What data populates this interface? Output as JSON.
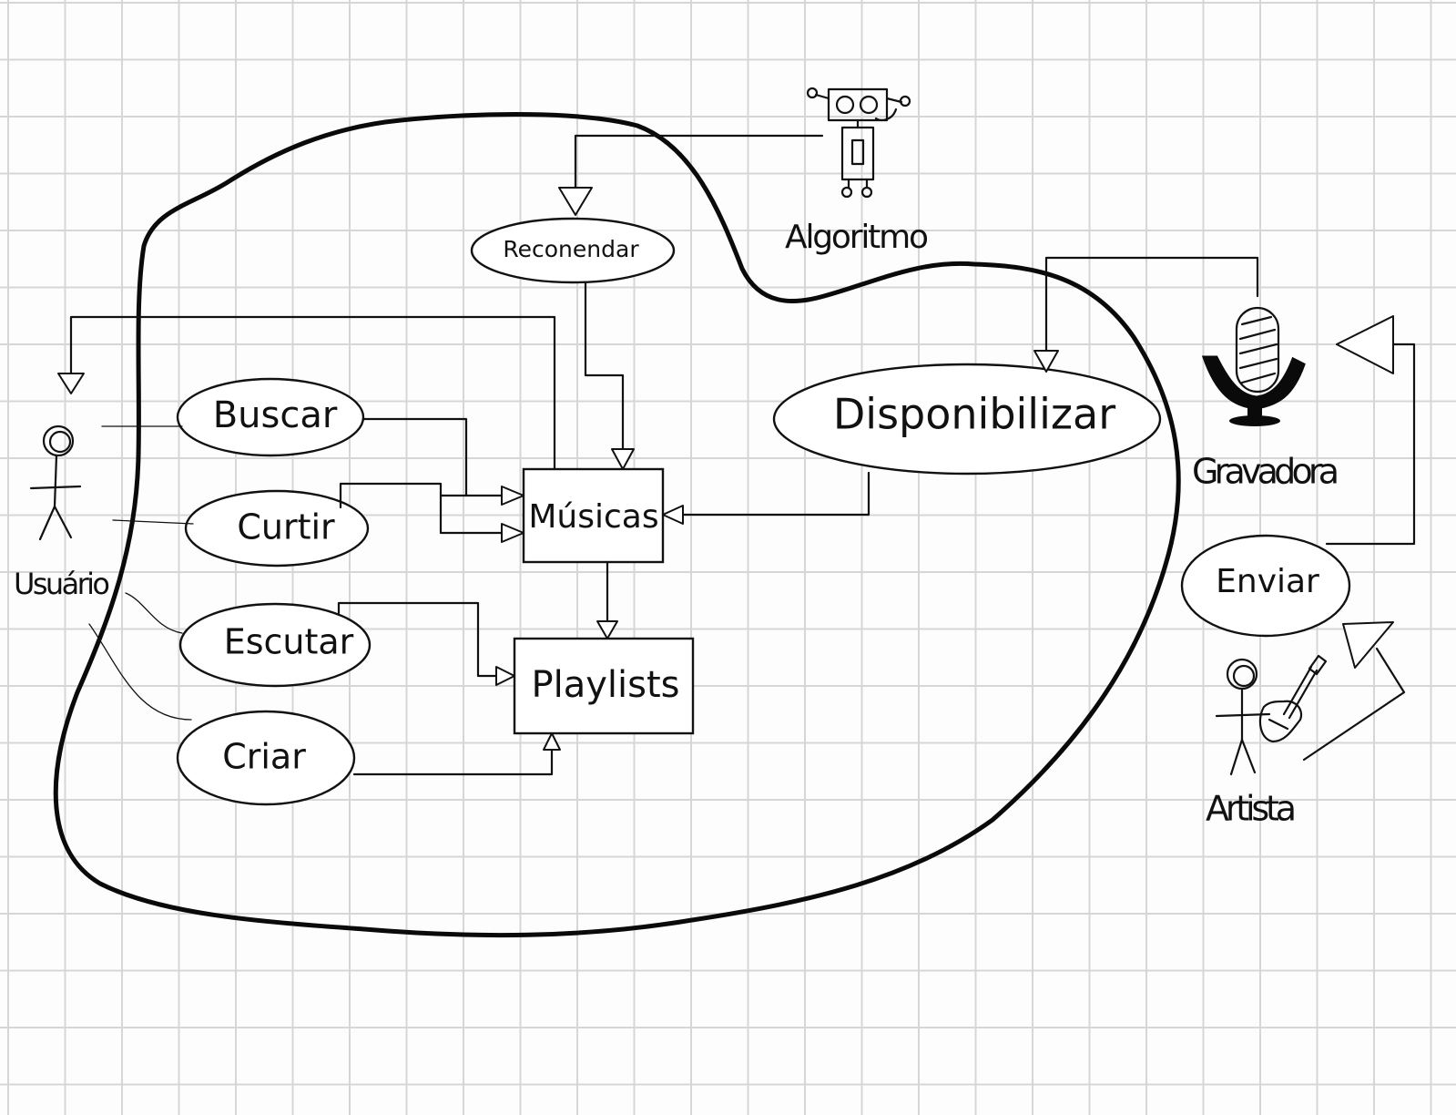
{
  "diagram": {
    "style": "hand-drawn use case diagram on grid paper",
    "actors": {
      "usuario": "Usuário",
      "algoritmo": "Algoritmo",
      "gravadora": "Gravadora",
      "artista": "Artista"
    },
    "use_cases": {
      "buscar": "Buscar",
      "curtir": "Curtir",
      "escutar": "Escutar",
      "criar": "Criar",
      "recomendar": "Reconendar",
      "disponibilizar": "Disponibilizar",
      "enviar": "Enviar"
    },
    "entities": {
      "musicas": "Músicas",
      "playlists": "Playlists"
    },
    "connections": [
      {
        "from": "Buscar",
        "to": "Músicas",
        "style": "arrow"
      },
      {
        "from": "Curtir",
        "to": "Músicas",
        "style": "arrow"
      },
      {
        "from": "Reconendar",
        "to": "Músicas",
        "style": "arrow"
      },
      {
        "from": "Disponibilizar",
        "to": "Músicas",
        "style": "arrow"
      },
      {
        "from": "Músicas",
        "to": "Usuário",
        "style": "arrow"
      },
      {
        "from": "Músicas",
        "to": "Playlists",
        "style": "arrow"
      },
      {
        "from": "Escutar",
        "to": "Playlists",
        "style": "arrow"
      },
      {
        "from": "Criar",
        "to": "Playlists",
        "style": "arrow"
      },
      {
        "from": "Algoritmo",
        "to": "Reconendar",
        "style": "arrow"
      },
      {
        "from": "Gravadora",
        "to": "Disponibilizar",
        "style": "arrow"
      },
      {
        "from": "Enviar",
        "to": "Gravadora",
        "style": "arrow"
      },
      {
        "from": "Artista",
        "to": "Enviar",
        "style": "arrow"
      },
      {
        "from": "Usuário",
        "to": "Buscar",
        "style": "line"
      },
      {
        "from": "Usuário",
        "to": "Curtir",
        "style": "line"
      },
      {
        "from": "Usuário",
        "to": "Escutar",
        "style": "line"
      },
      {
        "from": "Usuário",
        "to": "Criar",
        "style": "line"
      }
    ]
  }
}
